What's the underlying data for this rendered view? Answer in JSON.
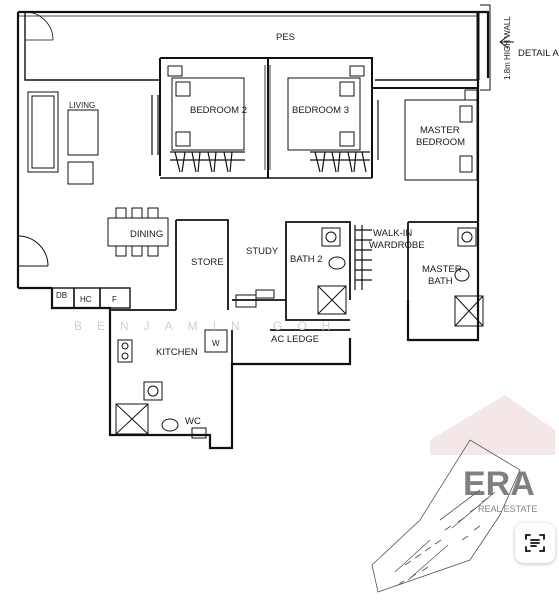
{
  "labels": {
    "pes": "PES",
    "detail": "DETAIL A",
    "high_wall": "1.8m HIGH WALL",
    "living": "LIVING",
    "bedroom2": "BEDROOM 2",
    "bedroom3": "BEDROOM 3",
    "master_bedroom_1": "MASTER",
    "master_bedroom_2": "BEDROOM",
    "dining": "DINING",
    "store": "STORE",
    "study": "STUDY",
    "bath2": "BATH 2",
    "walkin_1": "WALK-IN",
    "walkin_2": "WARDROBE",
    "master_bath_1": "MASTER",
    "master_bath_2": "BATH",
    "db": "DB",
    "hc": "HC",
    "f": "F",
    "kitchen": "KITCHEN",
    "w": "W",
    "ac_ledge": "AC LEDGE",
    "wc": "WC"
  },
  "watermark": {
    "line": "BENJAMIN GOH",
    "brand": "ERA",
    "brand_sub": "REAL ESTATE"
  },
  "colors": {
    "wall": "#111111",
    "watermark": "#d0d0d0",
    "era_red": "#d9a6a6",
    "era_text": "#cfcfcf"
  },
  "icons": {
    "scan": "scan-text-icon"
  }
}
